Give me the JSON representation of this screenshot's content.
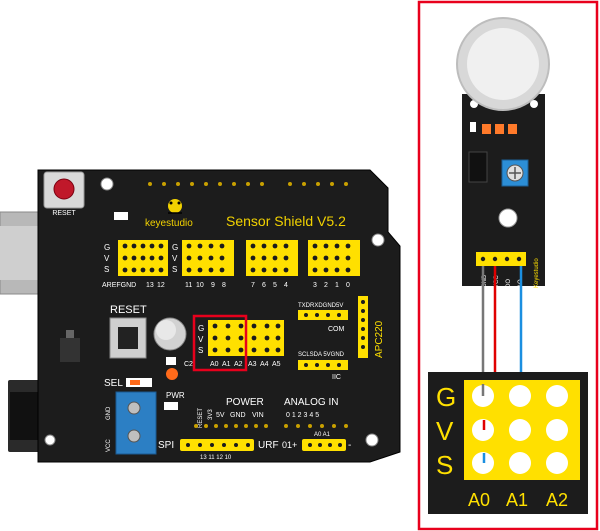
{
  "board": {
    "brand": "keyestudio",
    "title": "Sensor Shield V5.2",
    "reset_small": "RESET",
    "reset_big": "RESET",
    "aref_label": "AREFGND",
    "d13": "13",
    "d12": "12",
    "d11": "11",
    "d10": "10",
    "d9": "9",
    "d8": "8",
    "d7": "7",
    "d6": "6",
    "d5": "5",
    "d4": "4",
    "d3": "3",
    "d2": "2",
    "d1": "1",
    "d0": "0",
    "g": "G",
    "v": "V",
    "s": "S",
    "a0": "A0",
    "a1": "A1",
    "a2": "A2",
    "a3": "A3",
    "a4": "A4",
    "a5": "A5",
    "com_header": "TXDRXDGND5V",
    "com": "COM",
    "iic_header": "SCLSDA 5VGND",
    "iic": "IIC",
    "apc": "APC220",
    "c2": "C2",
    "sel": "SEL",
    "pwr": "PWR",
    "power": "POWER",
    "analog_in": "ANALOG IN",
    "reset_pin": "RESET",
    "v3": "3V3",
    "v5": "5V",
    "gnd": "GND",
    "vin": "VIN",
    "analog_nums": "0 1 2 3 4 5",
    "a0a1": "A0 A1",
    "spi": "SPI",
    "urf": "URF",
    "urf_nums": "01+",
    "minus": "-",
    "spi_nums": "13 11 12 10",
    "gnd_side": "GND",
    "vcc_side": "VCC"
  },
  "sensor": {
    "pins": [
      "GND",
      "VCC",
      "DO",
      "AO"
    ],
    "brand": "Keyestudio"
  },
  "zoom": {
    "rows": [
      "G",
      "V",
      "S"
    ],
    "cols": [
      "A0",
      "A1",
      "A2"
    ]
  },
  "colors": {
    "board": "#1c1c1c",
    "header_yellow": "#ffe000",
    "highlight_red": "#e8001c",
    "wire_gray": "#777777",
    "wire_red": "#e00000",
    "wire_blue": "#1b8fe0",
    "terminal_blue": "#2c7fc4"
  }
}
